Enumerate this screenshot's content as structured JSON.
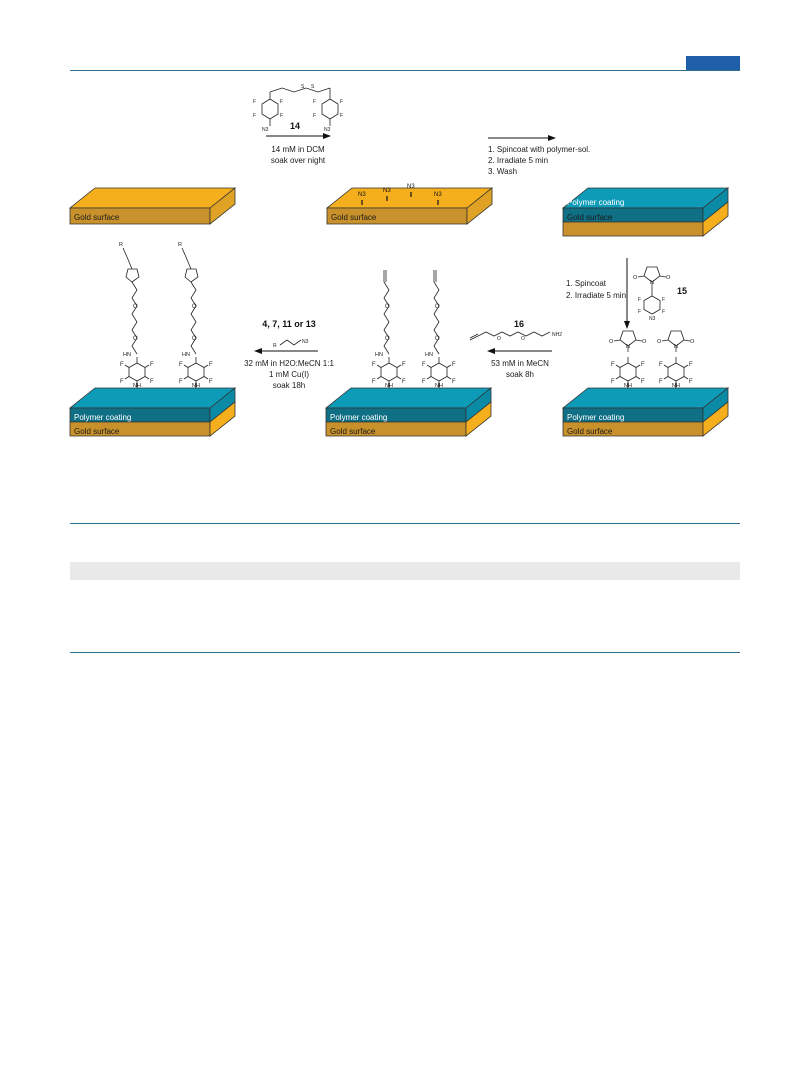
{
  "header": {
    "accent_color": "#1f5fa9"
  },
  "colors": {
    "gold_top": "#f5ae1c",
    "gold_front": "#c8912b",
    "gold_side": "#e0a225",
    "polymer_top": "#0e9bb8",
    "polymer_front": "#0e6f85",
    "polymer_side": "#0b8aa5",
    "rule": "#2e6e8e"
  },
  "labels": {
    "gold_surface": "Gold surface",
    "polymer_coating": "Polymer coating",
    "azide": "N3"
  },
  "step1": {
    "compound": "14",
    "line1": "14 mM in DCM",
    "line2": "soak over night"
  },
  "step2": {
    "line1": "1. Spincoat with polymer-sol.",
    "line2": "2. Irradiate 5 min",
    "line3": "3. Wash"
  },
  "step3": {
    "compound": "15",
    "line1": "1. Spincoat",
    "line2": "2. Irradiate 5 min"
  },
  "step4": {
    "compound": "16",
    "line1": "53 mM in MeCN",
    "line2": "soak 8h"
  },
  "step5": {
    "compound": "4, 7, 11 or 13",
    "line1": "32 mM in H2O:MeCN 1:1",
    "line2": "1 mM Cu(I)",
    "line3": "soak 18h"
  }
}
